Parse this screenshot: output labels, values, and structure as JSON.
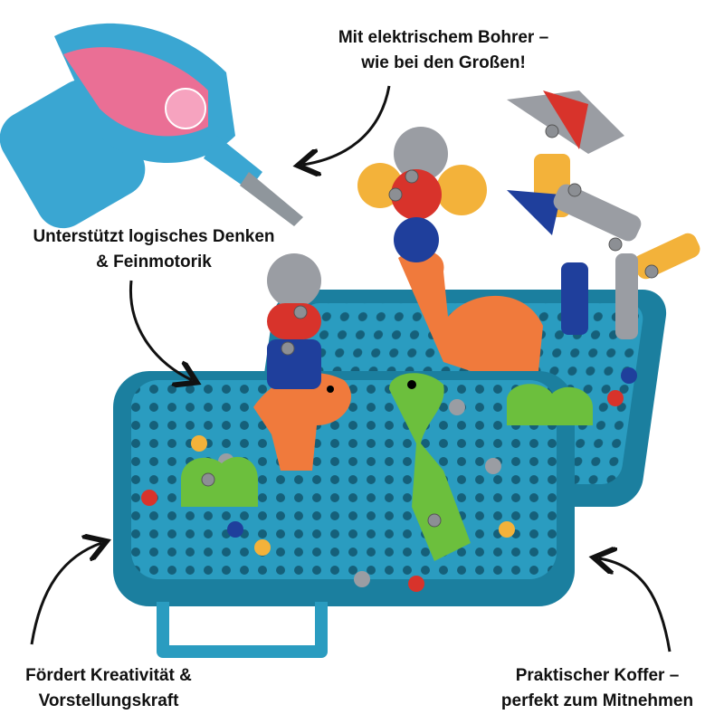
{
  "captions": {
    "drill": [
      "Mit elektrischem Bohrer –",
      "wie bei den Großen!"
    ],
    "logic": [
      "Unterstützt logisches Denken",
      "& Feinmotorik"
    ],
    "creativity": [
      "Fördert Kreativität &",
      "Vorstellungskraft"
    ],
    "case": [
      "Praktischer Koffer –",
      "perfekt zum Mitnehmen"
    ]
  },
  "colors": {
    "case_blue": "#2a9cc0",
    "case_dark": "#1b7f9f",
    "drill_blue": "#3aa6d2",
    "drill_pink": "#ea6f95",
    "dino_orange": "#f07a3c",
    "dino_green": "#6cbf3d",
    "piece_gray": "#9a9da3",
    "piece_red": "#d8332b",
    "piece_navy": "#1f3f9c",
    "piece_yellow": "#f3b23a"
  },
  "icons": [
    "curved-arrow-icon",
    "drill-icon",
    "screw-head-icon",
    "peg-icon"
  ]
}
